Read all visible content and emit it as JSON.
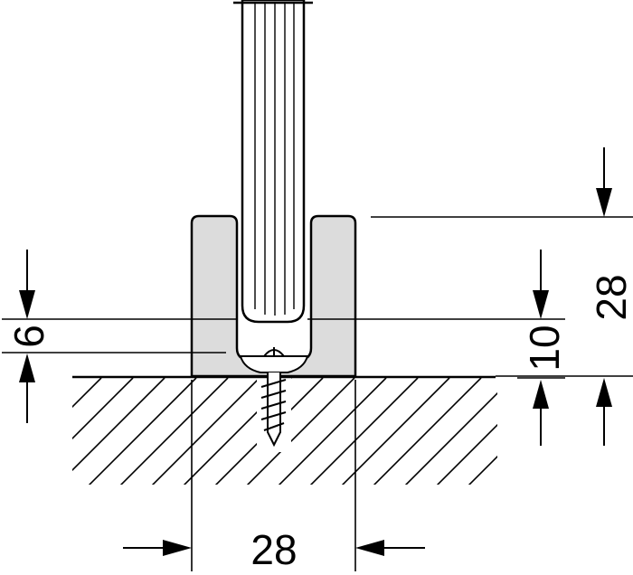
{
  "diagram": {
    "dimensions": {
      "width_bottom": "28",
      "height_right": "28",
      "depth_left": "6",
      "depth_right": "10"
    },
    "colors": {
      "line": "#000000",
      "profile_fill": "#dcdcdc",
      "background": "#ffffff"
    }
  }
}
